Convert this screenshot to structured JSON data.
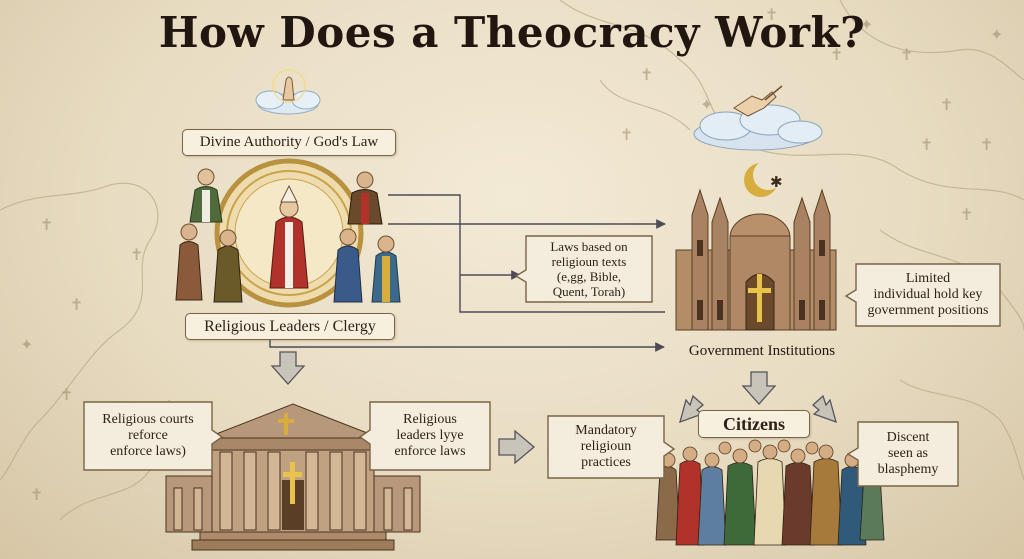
{
  "title": "How Does a Theocracy Work?",
  "nodes": {
    "divine_authority": "Divine Authority / God's Law",
    "religious_leaders": "Religious Leaders / Clergy",
    "laws_texts": "Laws based on\nreligioun texts\n(e,gg, Bible,\nQuent, Torah)",
    "limited_individuals": "Limited\nindividual hold key\ngovernment positions",
    "government_institutions": "Government Institutions",
    "religious_courts": "Religious courts\nreforce\nenforce laws)",
    "leaders_enforce": "Religious\nleaders lyye\nenforce laws",
    "mandatory_practices": "Mandatory\nreligioun\npractices",
    "citizens": "Citizens",
    "dissent": "Discent\nseen as\nblasphemy"
  },
  "icons": [
    "praying-hands-icon",
    "hand-from-cloud-icon",
    "crescent-star-icon",
    "cathedral-icon",
    "courthouse-icon",
    "clergy-group-icon",
    "citizens-crowd-icon",
    "cross-symbol-icon",
    "map-background"
  ],
  "colors": {
    "parchment": "#ede3cc",
    "ink": "#2e2218",
    "arrow_line": "#4c4a55",
    "arrow_fill": "#c9c4ba",
    "gold": "#c9a24a",
    "red_robe": "#b0322a",
    "stone": "#a98a6a"
  }
}
